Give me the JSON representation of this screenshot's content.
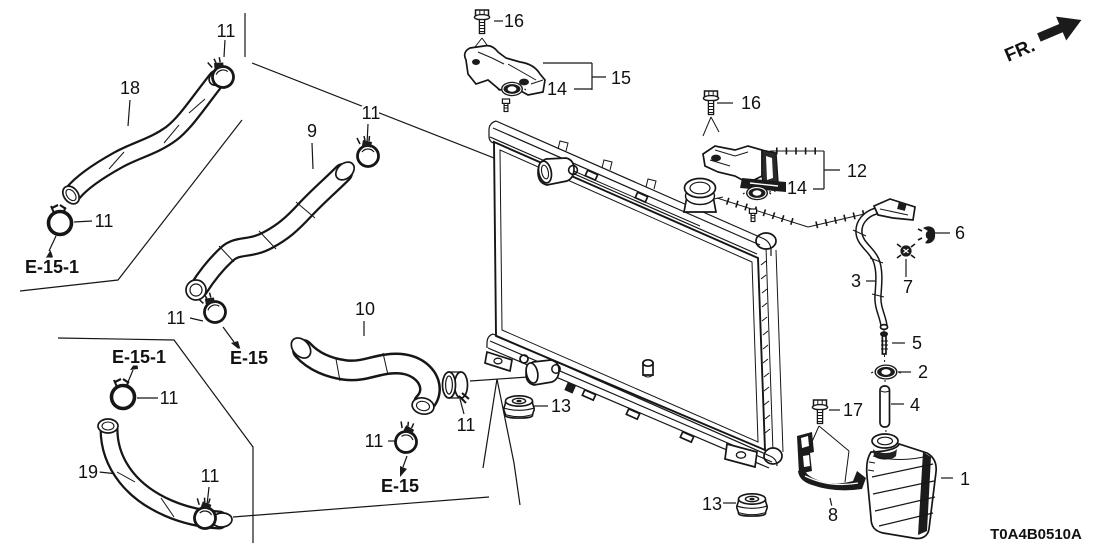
{
  "diagram": {
    "code": "T0A4B0510A",
    "direction_label": "FR.",
    "background_color": "#ffffff",
    "line_color": "#161616"
  },
  "zones": {
    "e15": "E-15",
    "e151": "E-15-1"
  },
  "callouts": {
    "reserve_tank": "1",
    "tank_grommet": "2",
    "tank_hose": "3",
    "tank_tube": "4",
    "tube_pin": "5",
    "hose_clip": "6",
    "hose_clip_b": "7",
    "tank_bracket": "8",
    "upper_hose": "9",
    "lower_hose": "10",
    "hose_clamp": "11",
    "bracket_right": "12",
    "mount_cushion": "13",
    "mount_grommet": "14",
    "bracket_left": "15",
    "mount_bolt": "16",
    "tank_bolt": "17",
    "water_hose_a": "18",
    "water_hose_b": "19"
  }
}
